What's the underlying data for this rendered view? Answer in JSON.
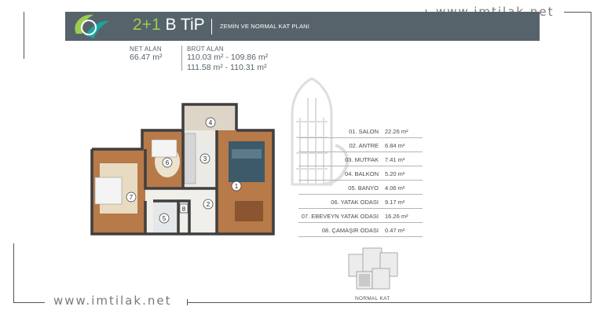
{
  "watermark": {
    "text": "www.imtilak.net"
  },
  "header": {
    "title_number": "2+1",
    "title_type": "B TiP",
    "subtitle": "ZEMİN VE NORMAL KAT PLANI"
  },
  "areas": {
    "net_label": "NET ALAN",
    "net_value": "66.47 m²",
    "gross_label": "BRÜT ALAN",
    "gross_line1": "110.03 m² - 109.86 m²",
    "gross_line2": "111.58 m² - 110.31 m²"
  },
  "rooms": [
    {
      "name": "01. SALON",
      "area": "22.26 m²"
    },
    {
      "name": "02. ANTRE",
      "area": "6.84 m²"
    },
    {
      "name": "03. MUTFAK",
      "area": "7.41 m²"
    },
    {
      "name": "04. BALKON",
      "area": "5.20 m²"
    },
    {
      "name": "05. BANYO",
      "area": "4.06 m²"
    },
    {
      "name": "06. YATAK ODASI",
      "area": "9.17 m²"
    },
    {
      "name": "07. EBEVEYN YATAK ODASI",
      "area": "16.26 m²"
    },
    {
      "name": "08. ÇAMAŞIR ODASI",
      "area": "0.47 m²"
    }
  ],
  "plan_numbers": {
    "n1": "1",
    "n2": "2",
    "n3": "3",
    "n4": "4",
    "n5": "5",
    "n6": "6",
    "n7": "7",
    "n8": "8"
  },
  "keyplan_label": "NORMAL KAT",
  "colors": {
    "header": "#56636b",
    "accent_green": "#9ccc4e",
    "accent_teal": "#1aa6a0",
    "wood": "#a0643a",
    "wall": "#4a4a4a"
  }
}
